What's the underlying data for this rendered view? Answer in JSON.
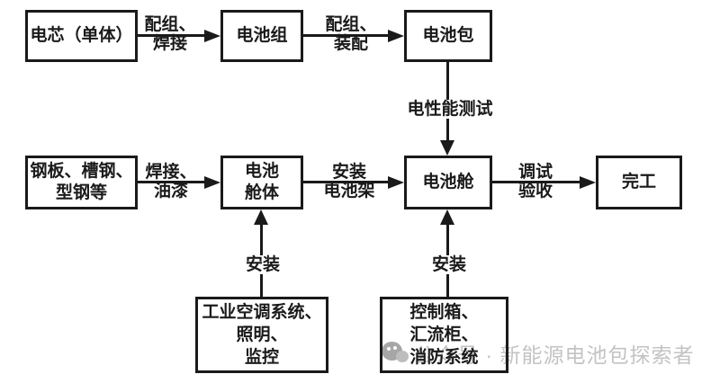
{
  "colors": {
    "ink": "#1a1a1a",
    "watermark_gray": "#c3c3c3"
  },
  "diagram": {
    "boxes": {
      "cell": {
        "label": "电芯（单体）"
      },
      "module": {
        "label": "电池组"
      },
      "pack": {
        "label": "电池包"
      },
      "steel": {
        "label": "钢板、槽钢、\n型钢等"
      },
      "cabin_body": {
        "label": "电池\n舱体"
      },
      "cabin": {
        "label": "电池舱"
      },
      "done": {
        "label": "完工"
      },
      "hvac": {
        "label": "工业空调系统、\n照明、\n监控"
      },
      "control": {
        "label": "控制箱、\n汇流柜、\n消防系统"
      }
    },
    "edge_labels": {
      "pairing_welding": "配组、\n焊接",
      "pairing_assembly": "配组、\n装配",
      "electrical_test": "电性能测试",
      "welding_painting": "焊接、\n油漆",
      "install_rack": "安装\n电池架",
      "debug_acceptance": "调试\n验收",
      "install_left": "安装",
      "install_right": "安装"
    }
  },
  "watermark": {
    "text": "公众号 · 新能源电池包探索者"
  }
}
